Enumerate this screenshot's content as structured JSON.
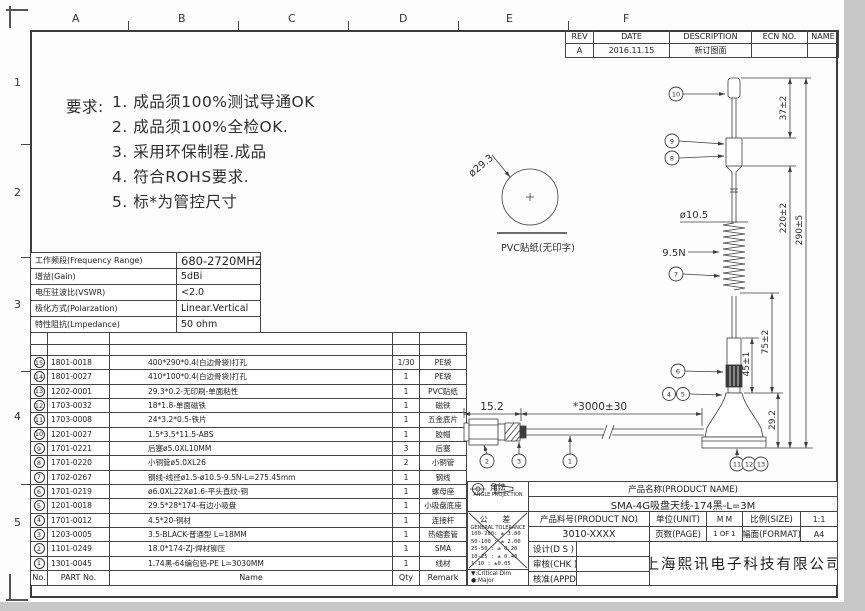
{
  "sheet": {
    "columns": [
      "A",
      "B",
      "C",
      "D",
      "E",
      "F"
    ],
    "rows": [
      "1",
      "2",
      "3",
      "4",
      "5"
    ]
  },
  "rev_table": {
    "headers": [
      "REV",
      "DATE",
      "DESCRIPTION",
      "ECN NO.",
      "NAME"
    ],
    "row": {
      "rev": "A",
      "date": "2016.11.15",
      "description": "新订图面",
      "ecn": "",
      "name": ""
    }
  },
  "requirements": {
    "title": "要求:",
    "items": [
      "1. 成品须100%测试导通OK",
      "2. 成品须100%全检OK.",
      "3. 采用环保制程.成品",
      "4. 符合ROHS要求.",
      "5. 标*为管控尺寸"
    ]
  },
  "spec_table": {
    "rows": [
      {
        "label": "工作频段(Frequency Range)",
        "value": "680-2720MHZ"
      },
      {
        "label": "增益(Gain)",
        "value": "5dBi"
      },
      {
        "label": "电压驻波比(VSWR)",
        "value": "<2.0"
      },
      {
        "label": "极化方式(Polarzation)",
        "value": "Linear.Vertical"
      },
      {
        "label": "特性阻抗(Lmpedance)",
        "value": "50 ohm"
      }
    ]
  },
  "bom": {
    "headers": {
      "no": "No.",
      "part": "PART No.",
      "name": "Name",
      "qty": "Qty",
      "remark": "Remark"
    },
    "rows": [
      {
        "no": "15",
        "part": "1801-0018",
        "name": "400*290*0.4(白边骨袋)打孔",
        "qty": "1/30",
        "remark": "PE袋"
      },
      {
        "no": "14",
        "part": "1801-0027",
        "name": "410*100*0.4(白边骨袋)打孔",
        "qty": "1",
        "remark": "PE袋"
      },
      {
        "no": "13",
        "part": "1202-0001",
        "name": "29.3*0.2-无印刷-单面粘性",
        "qty": "1",
        "remark": "PVC贴纸"
      },
      {
        "no": "12",
        "part": "1703-0032",
        "name": "18*1.8-单面磁铁",
        "qty": "1",
        "remark": "磁铁"
      },
      {
        "no": "11",
        "part": "1703-0008",
        "name": "24*3.2*0.5-铁片",
        "qty": "1",
        "remark": "五金底片"
      },
      {
        "no": "10",
        "part": "1201-0027",
        "name": "1.5*3.5*11.5-ABS",
        "qty": "1",
        "remark": "胶帽"
      },
      {
        "no": "9",
        "part": "1701-0221",
        "name": "后塞ø5.0XL10MM",
        "qty": "3",
        "remark": "后塞"
      },
      {
        "no": "8",
        "part": "1701-0220",
        "name": "小铜管ø5.0XL26",
        "qty": "2",
        "remark": "小铜管"
      },
      {
        "no": "7",
        "part": "1702-0267",
        "name": "钢线-线径ø1.5-ø10.5-9.5N-L=275.45mm",
        "qty": "1",
        "remark": "钢线"
      },
      {
        "no": "6",
        "part": "1701-0219",
        "name": "ø6.0XL22Xø1.6-平头直纹-铜",
        "qty": "1",
        "remark": "螺母座"
      },
      {
        "no": "5",
        "part": "1201-0018",
        "name": "29.5*28*174-有边小吸盘",
        "qty": "1",
        "remark": "小吸盘底座"
      },
      {
        "no": "4",
        "part": "1701-0012",
        "name": "4.5*20-铜材",
        "qty": "1",
        "remark": "连接杆"
      },
      {
        "no": "3",
        "part": "1203-0005",
        "name": "3.5-BLACK-普通型 L=18MM",
        "qty": "1",
        "remark": "热缩套管"
      },
      {
        "no": "2",
        "part": "1101-0249",
        "name": "18.0*174-ZJ-焊材铆压",
        "qty": "1",
        "remark": "SMA"
      },
      {
        "no": "1",
        "part": "1301-0045",
        "name": "1.74黑-64编包铝-PE  L=3030MM",
        "qty": "1",
        "remark": "线材"
      }
    ]
  },
  "title_block": {
    "angle_cn": "角法",
    "angle_en": "ANGLE PROJECTION",
    "tol_cn": "公  差",
    "tol_en": "GENERAL TOLERANCE",
    "tol_rows": [
      "100-200: ± 3.00",
      "50-100 : ± 2.00",
      "25-50  : ± 0.20",
      "10-25  : ± 0.40",
      "1-10   : ±0.05"
    ],
    "critical1": "▼:Critical Dim",
    "critical2": "●:Major",
    "product_name_label": "产品名称(PRODUCT NAME)",
    "product_name": "SMA-4G吸盘天线-174黑-L=3M",
    "product_no_label": "产品料号(PRODUCT NO)",
    "product_no": "3010-XXXX",
    "unit_label": "单位(UNIT)",
    "unit_value": "M M",
    "size_label": "比例(SIZE)",
    "size_value": "1:1",
    "page_label": "页数(PAGE)",
    "page_value": "1 OF 1",
    "format_label": "幅面(FORMAT)",
    "format_value": "A4",
    "design_label": "设计(D S )",
    "check_label": "审核(CHK )",
    "approve_label": "核准(APPD)",
    "company": "上海熙讯电子科技有限公司"
  },
  "drawing": {
    "sticker_dia": "ø29.3",
    "sticker_label": "PVC贴纸(无印字)",
    "dim_tip": "37±2",
    "dim_whip": "220±2",
    "dim_overall": "290±5",
    "dim_tube": "45±1",
    "dim_lower": "75±2",
    "dim_base": "29.2",
    "dim_spring_dia": "ø10.5",
    "dim_spring_force": "9.5N",
    "dim_connector": "15.2",
    "dim_cable": "*3000±30",
    "callout_cap": "10",
    "callout_rearplug": "9",
    "callout_tube": "8",
    "callout_spring": "7",
    "callout_nut": "6",
    "callout_rod": "4",
    "callout_cup": "5",
    "callout_plate": "11",
    "callout_magnet": "12",
    "callout_sticker": "13",
    "callout_sma": "2",
    "callout_shrink": "3",
    "callout_cable": "1"
  }
}
